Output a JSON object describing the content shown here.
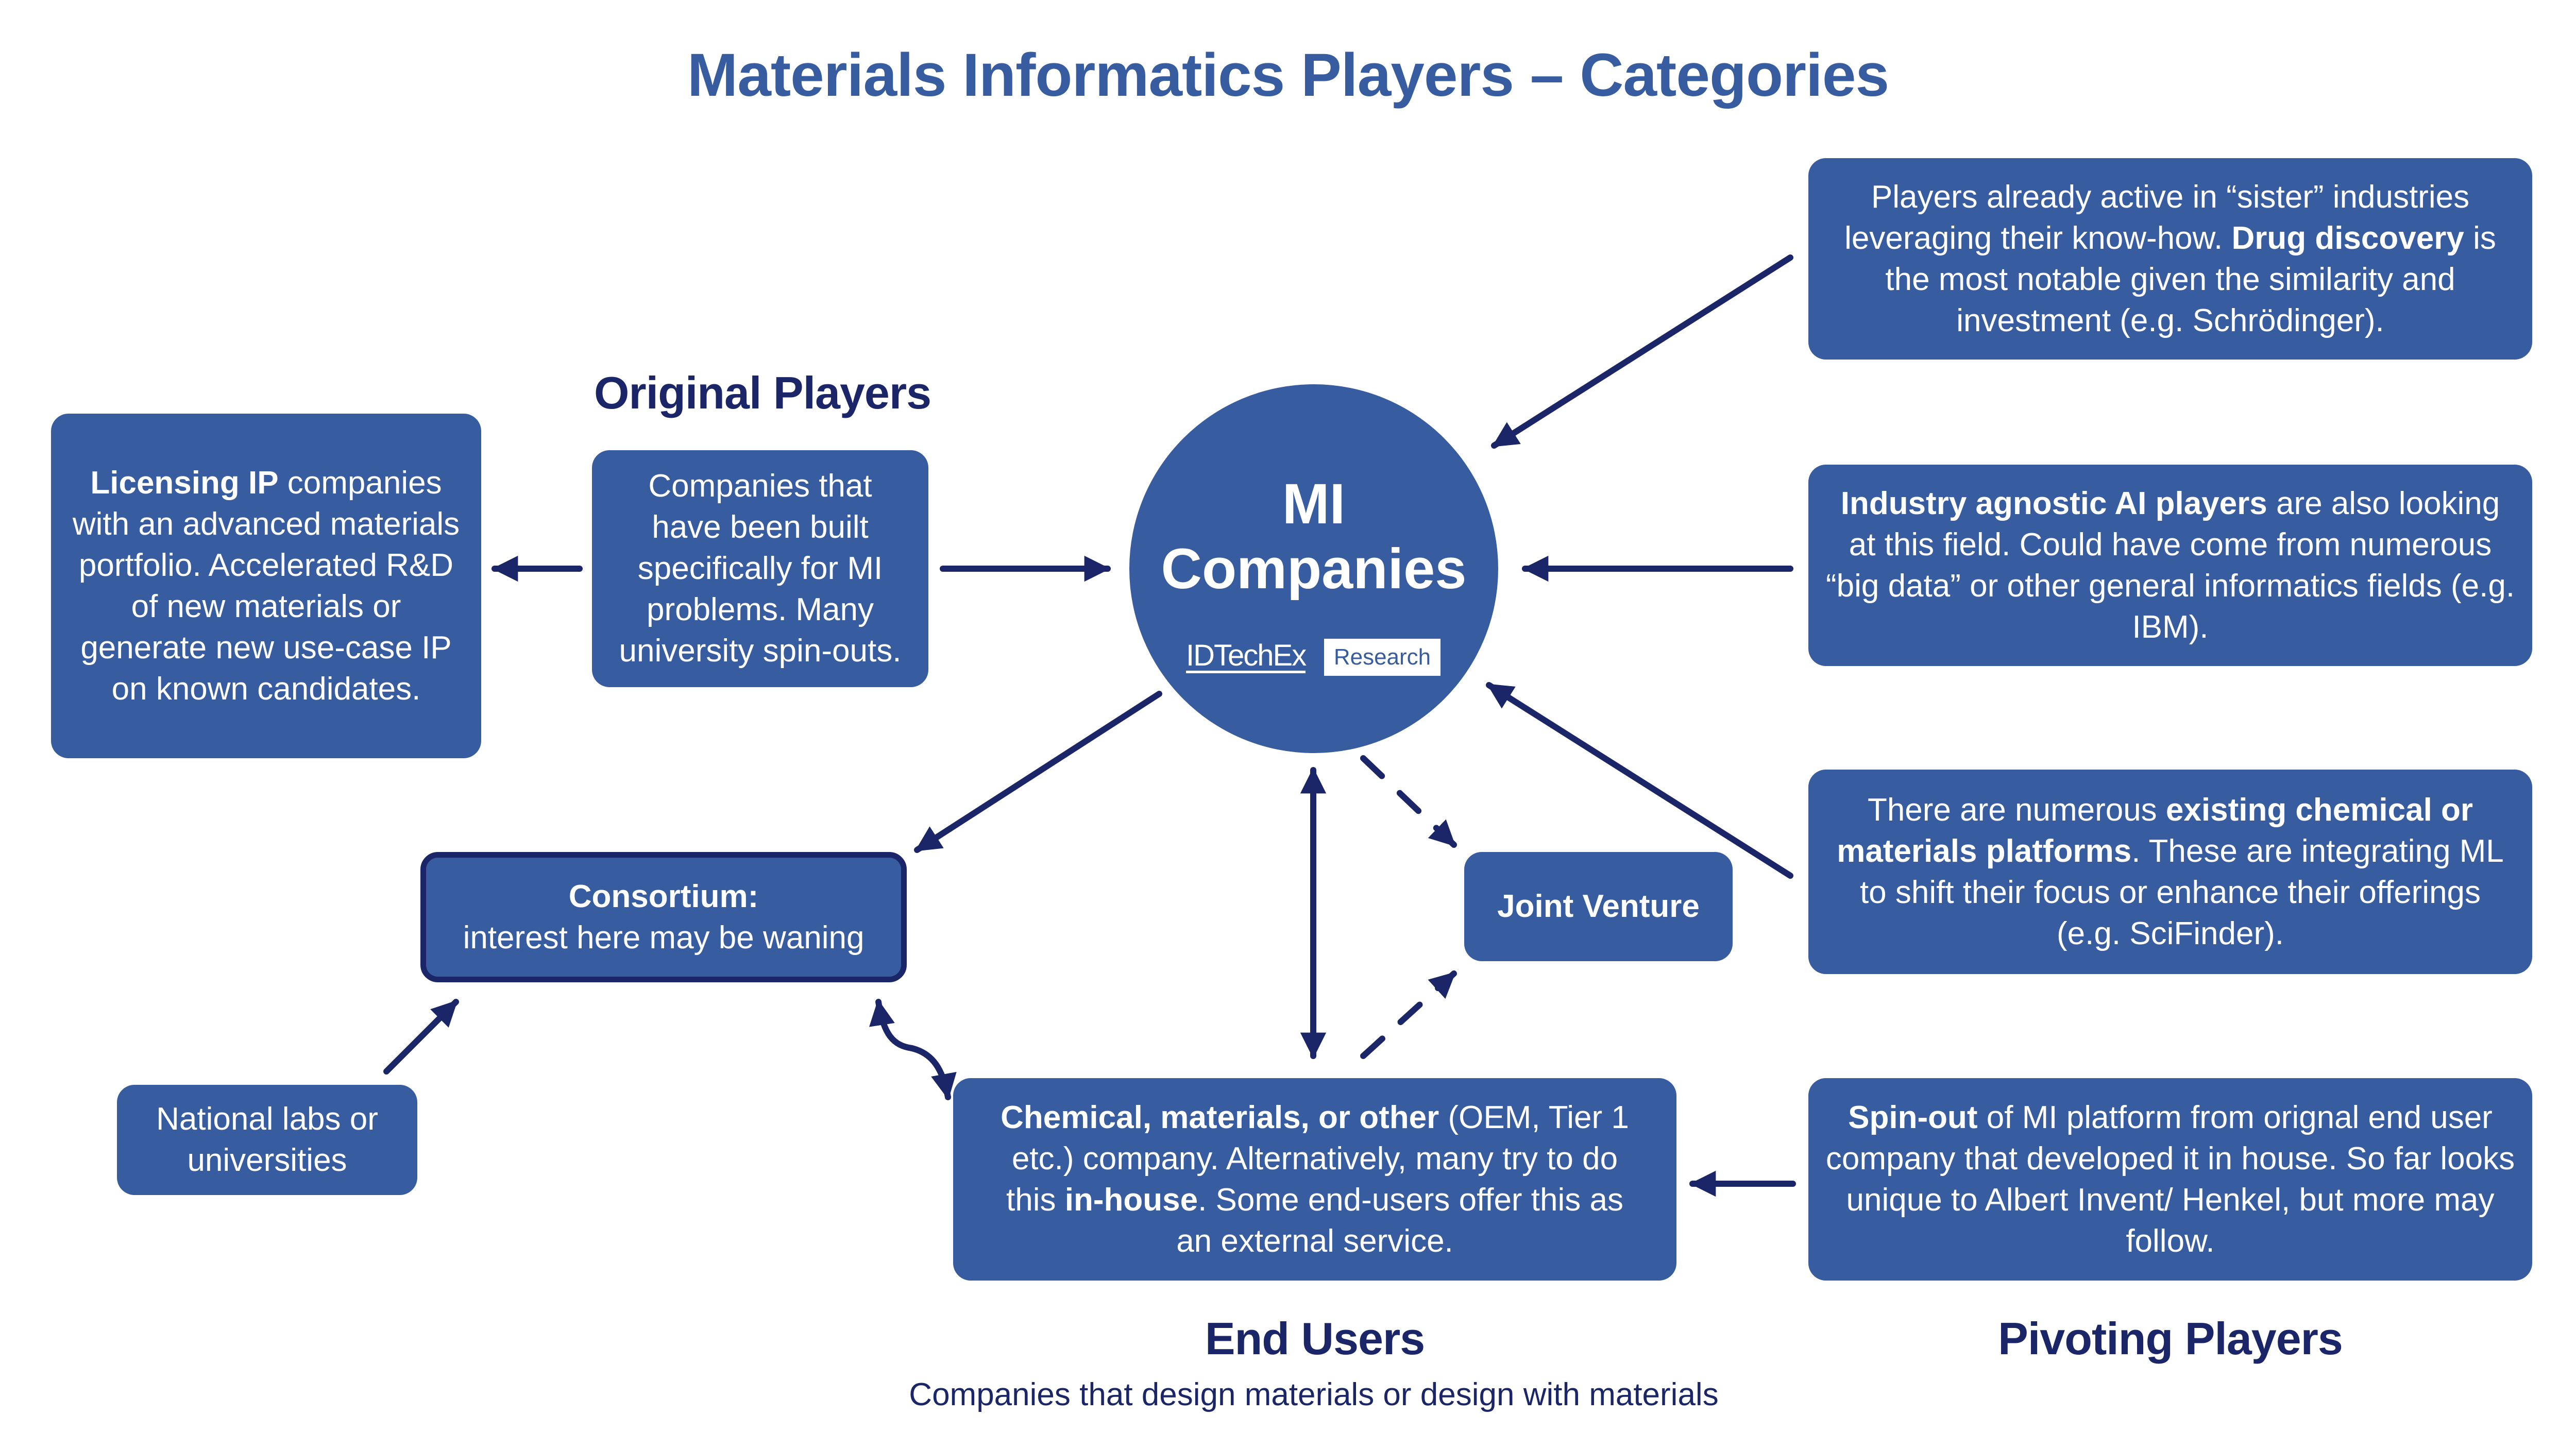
{
  "title": "Materials Informatics Players – Categories",
  "center": {
    "line1": "MI",
    "line2": "Companies",
    "logo_brand": "IDTechEx",
    "logo_tag": "Research"
  },
  "headings": {
    "original_players": "Original Players",
    "end_users": "End Users",
    "end_users_caption": "Companies that design materials or design with materials",
    "pivoting_players": "Pivoting Players"
  },
  "boxes": {
    "licensing": {
      "bold": "Licensing IP",
      "text": " companies with an advanced materials portfolio. Accelerated R&D of new materials or generate new use-case IP on known candidates."
    },
    "original": {
      "text": "Companies that have been built specifically for MI problems. Many university spin-outs."
    },
    "sister_industries": {
      "pre": "Players already active in “sister” industries leveraging their know-how. ",
      "bold": "Drug discovery",
      "post": " is the most notable given the similarity and investment (e.g. Schrödinger)."
    },
    "agnostic_ai": {
      "bold": "Industry agnostic AI players",
      "post": " are also looking at this field. Could have come from numerous “big data” or other general informatics fields (e.g. IBM)."
    },
    "existing_platforms": {
      "pre": "There are numerous ",
      "bold": "existing chemical or materials platforms",
      "post": ". These are integrating ML to shift their focus or enhance their offerings (e.g. SciFinder)."
    },
    "spin_out": {
      "bold": "Spin-out",
      "post": " of MI platform from orignal end user company that developed it in house. So far looks unique to Albert Invent/ Henkel, but more may follow."
    },
    "consortium": {
      "bold": "Consortium:",
      "text": "interest here may be waning"
    },
    "national_labs": {
      "text": "National labs or universities"
    },
    "joint_venture": {
      "text": "Joint Venture"
    },
    "end_users": {
      "bold1": "Chemical, materials, or other",
      "mid1": " (OEM, Tier 1 etc.) company. Alternatively, many try to do this ",
      "bold2": "in-house",
      "mid2": ". Some end-users offer this as an external service."
    }
  },
  "colors": {
    "title": "#385ca0",
    "box_fill": "#385ca0",
    "heading": "#1b2668",
    "arrow": "#1b2668",
    "box_text": "#ffffff"
  }
}
